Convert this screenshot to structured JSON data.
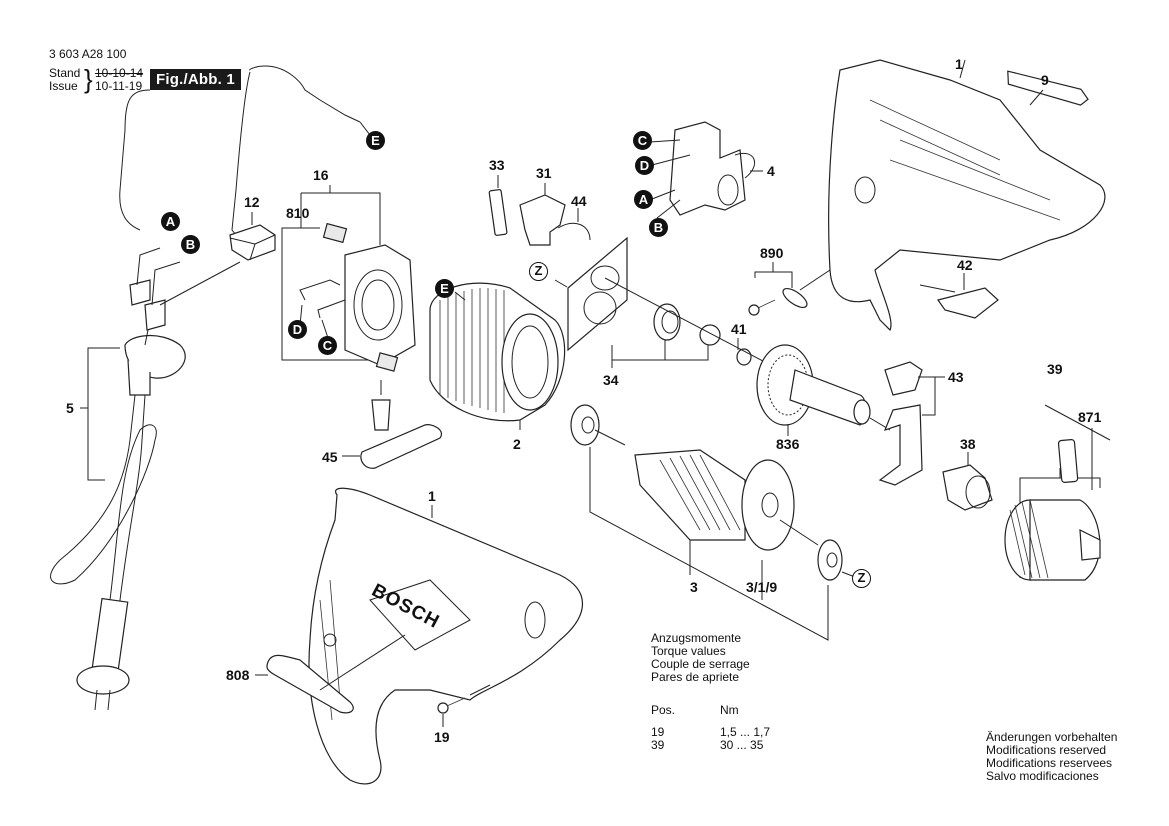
{
  "header": {
    "part_number": "3 603 A28 100",
    "stand_label": "Stand",
    "issue_label": "Issue",
    "date_old": "10-10-14",
    "date_new": "10-11-19",
    "figure_label": "Fig./Abb. 1"
  },
  "part_labels": {
    "p1_top": "1",
    "p9": "9",
    "p4": "4",
    "p12": "12",
    "p16": "16",
    "p810": "810",
    "p33": "33",
    "p31": "31",
    "p44": "44",
    "p890": "890",
    "p42": "42",
    "p34": "34",
    "p41": "41",
    "p5": "5",
    "p45": "45",
    "p2": "2",
    "p836": "836",
    "p43": "43",
    "p39": "39",
    "p871": "871",
    "p38": "38",
    "p3": "3",
    "p319": "3/1/9",
    "p1_bottom": "1",
    "p808": "808",
    "p19": "19"
  },
  "connectors": {
    "A": "A",
    "B": "B",
    "C": "C",
    "D": "D",
    "E": "E",
    "Z": "Z"
  },
  "brand_text": "BOSCH",
  "torque": {
    "titles": [
      "Anzugsmomente",
      "Torque values",
      "Couple de serrage",
      "Pares de apriete"
    ],
    "col_pos": "Pos.",
    "col_nm": "Nm",
    "rows": [
      {
        "pos": "19",
        "nm": "1,5 ... 1,7"
      },
      {
        "pos": "39",
        "nm": "30 ... 35"
      }
    ]
  },
  "disclaimer": [
    "Änderungen vorbehalten",
    "Modifications reserved",
    "Modifications reservees",
    "Salvo modificaciones"
  ]
}
